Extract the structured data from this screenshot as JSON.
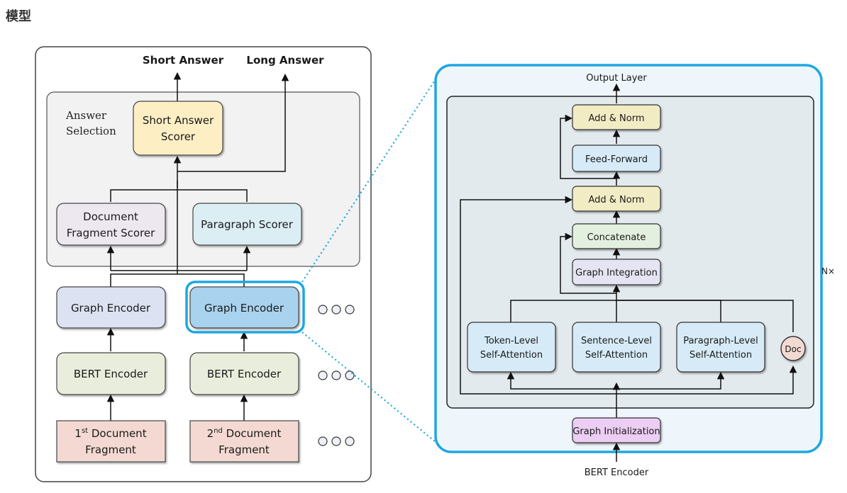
{
  "heading": "模型",
  "colors": {
    "accent": "#1ea7e0",
    "answer_selection_bg": "#f2f2f2",
    "short_answer_scorer": "#fdeec4",
    "document_fragment_scorer": "#ede7f0",
    "paragraph_scorer": "#dbeef3",
    "graph_encoder": "#dde2f3",
    "graph_encoder_selected": "#a9d2ee",
    "bert_encoder": "#e9eedc",
    "document_fragment": "#f4d9d2",
    "add_norm": "#f2ecc4",
    "feed_forward": "#d6ebf7",
    "concatenate": "#e4f0df",
    "graph_integration": "#e4e4f2",
    "attention": "#d6ebf7",
    "doc_node": "#f2d9d2",
    "graph_initialization": "#eccdf3"
  },
  "left": {
    "outputs": {
      "short_answer": "Short Answer",
      "long_answer": "Long Answer"
    },
    "answer_selection": {
      "line1": "Answer",
      "line2": "Selection"
    },
    "short_answer_scorer": {
      "line1": "Short Answer",
      "line2": "Scorer"
    },
    "document_fragment_scorer": {
      "line1": "Document",
      "line2": "Fragment Scorer"
    },
    "paragraph_scorer": "Paragraph Scorer",
    "graph_encoder_1": "Graph Encoder",
    "graph_encoder_2": "Graph Encoder",
    "bert_encoder_1": "BERT Encoder",
    "bert_encoder_2": "BERT Encoder",
    "fragment_1": {
      "ordinal": "1",
      "sup": "st",
      "rest": " Document",
      "line2": "Fragment"
    },
    "fragment_2": {
      "ordinal": "2",
      "sup": "nd",
      "rest": " Document",
      "line2": "Fragment"
    }
  },
  "right": {
    "output_layer": "Output Layer",
    "add_norm_top": "Add & Norm",
    "feed_forward": "Feed-Forward",
    "add_norm_bottom": "Add & Norm",
    "concatenate": "Concatenate",
    "graph_integration": "Graph Integration",
    "token_attention": {
      "line1": "Token-Level",
      "line2": "Self-Attention"
    },
    "sentence_attention": {
      "line1": "Sentence-Level",
      "line2": "Self-Attention"
    },
    "paragraph_attention": {
      "line1": "Paragraph-Level",
      "line2": "Self-Attention"
    },
    "doc": "Doc",
    "repeat": "N×",
    "graph_initialization": "Graph Initialization",
    "bert_encoder": "BERT Encoder"
  }
}
